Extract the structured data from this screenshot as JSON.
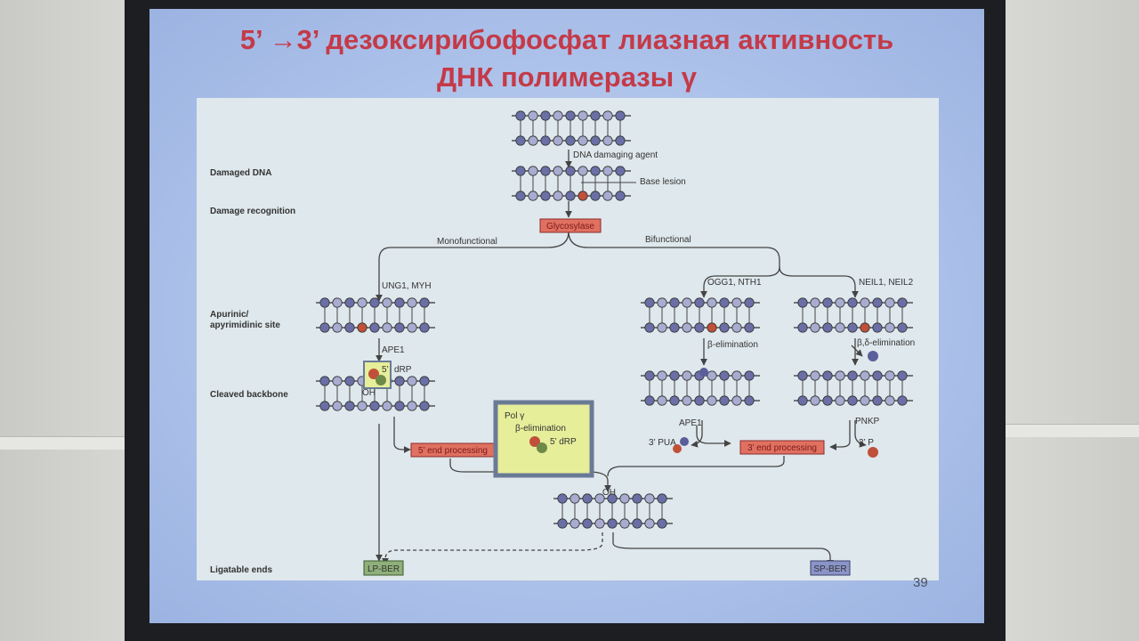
{
  "slide": {
    "title_line1": "5’ →3’ дезоксирибофосфат лиазная активность",
    "title_line2": "ДНК полимеразы γ",
    "page_number": "39"
  },
  "diagram": {
    "row_labels": {
      "damaged_dna": "Damaged DNA",
      "damage_recognition": "Damage recognition",
      "ap_site_1": "Apurinic/",
      "ap_site_2": "apyrimidinic site",
      "cleaved_backbone": "Cleaved backbone",
      "ligatable_ends": "Ligatable ends"
    },
    "annotations": {
      "dna_damaging_agent": "DNA damaging agent",
      "base_lesion": "Base lesion",
      "glycosylase": "Glycosylase",
      "monofunctional": "Monofunctional",
      "bifunctional": "Bifunctional",
      "ung1_myh": "UNG1, MYH",
      "ogg1_nth1": "OGG1, NTH1",
      "neil1_neil2": "NEIL1, NEIL2",
      "ape1_left": "APE1",
      "beta_elim_1": "β-elimination",
      "beta_delta_elim": "β,δ-elimination",
      "dRP_5prime": "5’",
      "dRP": "dRP",
      "oh_left": "OH",
      "ape1_right": "APE1",
      "pnkp": "PNKP",
      "pua_3prime": "3’ PUA",
      "p_3prime": "3’ P",
      "five_end_processing": "5’ end processing",
      "three_end_processing": "3’ end processing",
      "pol_gamma": "Pol γ",
      "beta_elim_box": "β-elimination",
      "dRP_box": "5’ dRP",
      "oh_center": "OH",
      "lp_ber": "LP-BER",
      "sp_ber": "SP-BER"
    }
  },
  "colors": {
    "title": "#c43a48",
    "slide_bg": "#aec3ea",
    "figure_bg": "#dfe8ec",
    "process_box": "#e07060",
    "lp_ber_box": "#8fb07a",
    "sp_ber_box": "#8a94c8",
    "pol_box_border": "#6a7a96",
    "pol_box_fill": "#e6ee9a"
  }
}
